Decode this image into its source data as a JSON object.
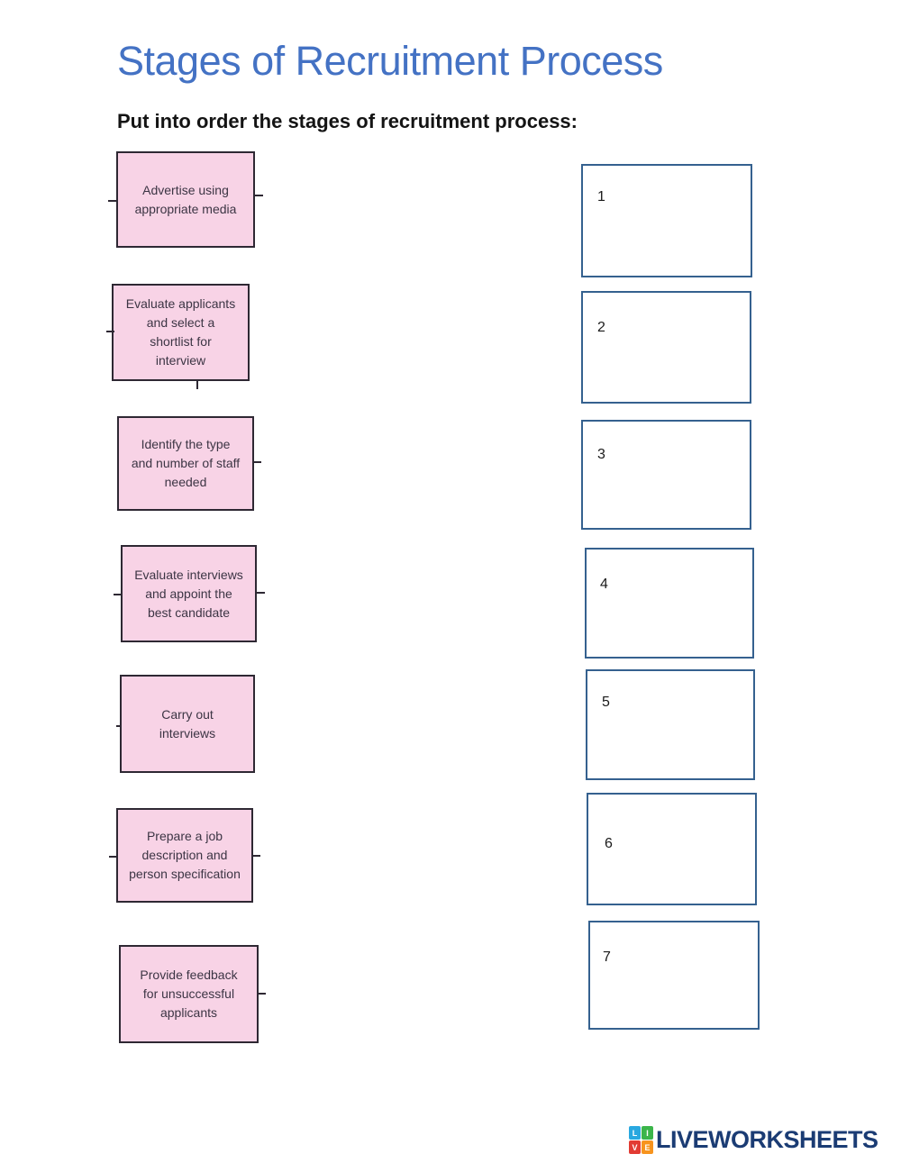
{
  "page": {
    "title": "Stages of Recruitment Process",
    "instruction": "Put into order the stages of recruitment process:"
  },
  "stages": [
    {
      "label": "Advertise using appropriate media"
    },
    {
      "label": "Evaluate applicants and select a shortlist for interview"
    },
    {
      "label": "Identify the type and number of staff needed"
    },
    {
      "label": "Evaluate interviews and appoint the best candidate"
    },
    {
      "label": "Carry out interviews"
    },
    {
      "label": "Prepare a job description and person specification"
    },
    {
      "label": "Provide feedback for unsuccessful applicants"
    }
  ],
  "answers": [
    {
      "number": "1"
    },
    {
      "number": "2"
    },
    {
      "number": "3"
    },
    {
      "number": "4"
    },
    {
      "number": "5"
    },
    {
      "number": "6"
    },
    {
      "number": "7"
    }
  ],
  "branding": {
    "logo_text": "LIVEWORKSHEETS",
    "logo_tiles": [
      {
        "letter": "L",
        "color": "#29a8e0"
      },
      {
        "letter": "I",
        "color": "#3bb54a"
      },
      {
        "letter": "V",
        "color": "#e23b33"
      },
      {
        "letter": "E",
        "color": "#f7941e"
      }
    ]
  },
  "colors": {
    "title": "#4472c4",
    "card_fill": "#f8d3e6",
    "card_border": "#2e2833",
    "answer_border": "#35618f",
    "logo_text": "#1b3c74"
  }
}
